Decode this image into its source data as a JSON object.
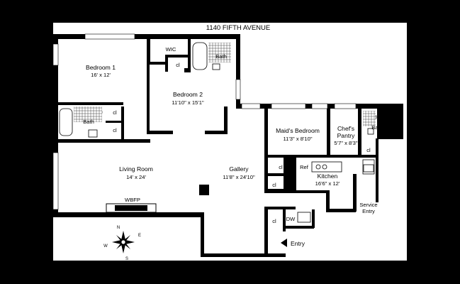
{
  "title": "1140 FIFTH AVENUE",
  "rooms": {
    "bedroom1": {
      "name": "Bedroom 1",
      "dim": "16' x 12'"
    },
    "bedroom2": {
      "name": "Bedroom 2",
      "dim": "11'10\" x 15'1\""
    },
    "living": {
      "name": "Living Room",
      "dim": "14' x 24'"
    },
    "gallery": {
      "name": "Gallery",
      "dim": "11'8\" x 24'10\""
    },
    "maids": {
      "name": "Maid's Bedroom",
      "dim": "11'3\" x 8'10\""
    },
    "chefs": {
      "name": "Chef's",
      "name2": "Pantry",
      "dim": "5'7\" x 8'3\""
    },
    "kitchen": {
      "name": "Kitchen",
      "dim": "16'6\" x 12'"
    }
  },
  "labels": {
    "wic": "WIC",
    "bath": "Bath",
    "closet": "cl",
    "wbfp": "WBFP",
    "ref": "Ref",
    "dw": "DW",
    "service_entry_1": "Service",
    "service_entry_2": "Entry",
    "entry": "Entry"
  },
  "compass": {
    "n": "N",
    "e": "E",
    "s": "S",
    "w": "W"
  }
}
